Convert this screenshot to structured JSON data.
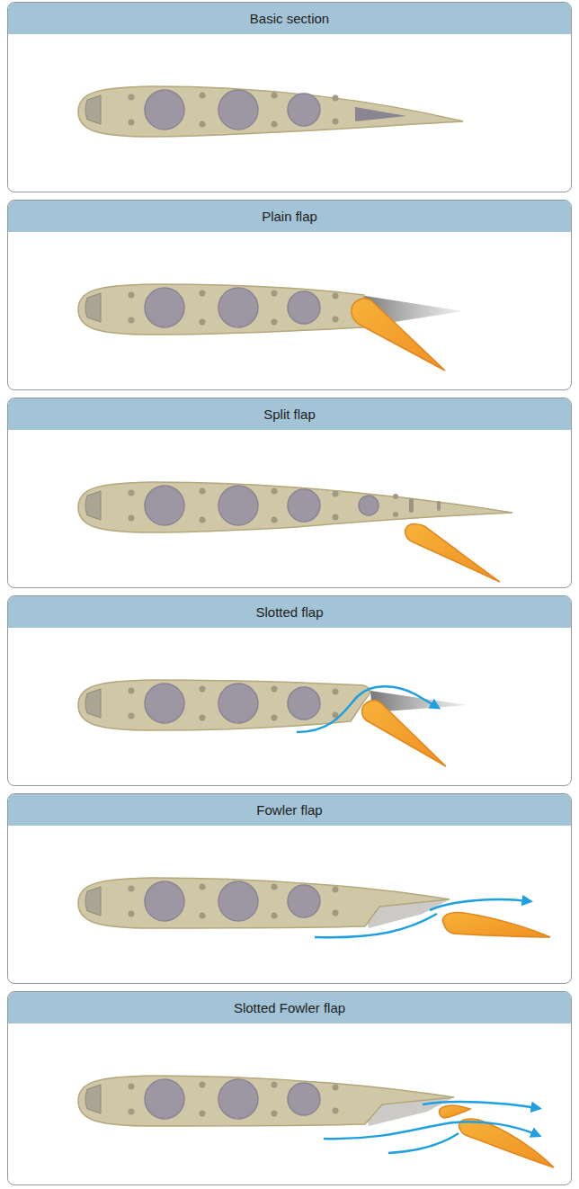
{
  "diagram": {
    "nodes": [
      {
        "text": [
          "Basic section"
        ]
      },
      {
        "text": [
          "Plain flap"
        ]
      },
      {
        "text": [
          "Split flap"
        ]
      },
      {
        "text": [
          "Slotted flap"
        ]
      },
      {
        "text": [
          "Fowler flap"
        ]
      },
      {
        "text": [
          "Slotted Fowler flap"
        ]
      }
    ]
  }
}
